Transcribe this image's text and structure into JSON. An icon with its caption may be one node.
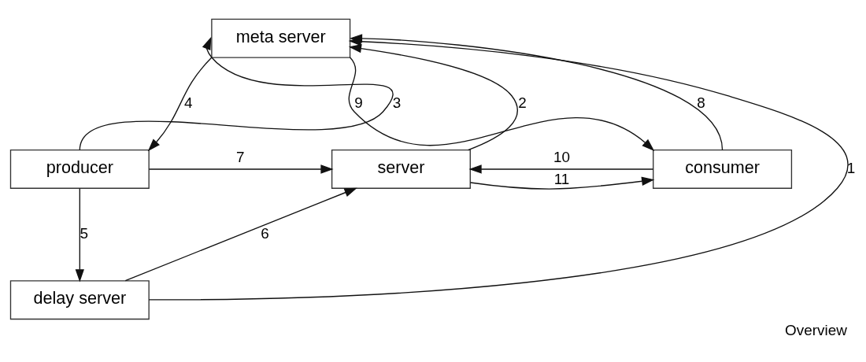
{
  "diagram": {
    "caption": "Overview",
    "nodes": [
      {
        "text": [
          "meta server"
        ]
      },
      {
        "text": [
          "producer"
        ]
      },
      {
        "text": [
          "server"
        ]
      },
      {
        "text": [
          "consumer"
        ]
      },
      {
        "text": [
          "delay server"
        ]
      }
    ],
    "edges": [
      {
        "from": 4,
        "to": 0,
        "arrow": "to",
        "label": "1"
      },
      {
        "from": 2,
        "to": 0,
        "arrow": "to",
        "label": "2"
      },
      {
        "from": 1,
        "to": 0,
        "arrow": "to",
        "label": "3"
      },
      {
        "from": 0,
        "to": 1,
        "arrow": "to",
        "label": "4"
      },
      {
        "from": 1,
        "to": 4,
        "arrow": "to",
        "label": "5"
      },
      {
        "from": 4,
        "to": 2,
        "arrow": "to",
        "label": "6"
      },
      {
        "from": 1,
        "to": 2,
        "arrow": "to",
        "label": "7"
      },
      {
        "from": 3,
        "to": 0,
        "arrow": "to",
        "label": "8"
      },
      {
        "from": 0,
        "to": 3,
        "arrow": "to",
        "label": "9"
      },
      {
        "from": 3,
        "to": 2,
        "arrow": "to",
        "label": "10"
      },
      {
        "from": 2,
        "to": 3,
        "arrow": "to",
        "label": "11"
      }
    ]
  }
}
